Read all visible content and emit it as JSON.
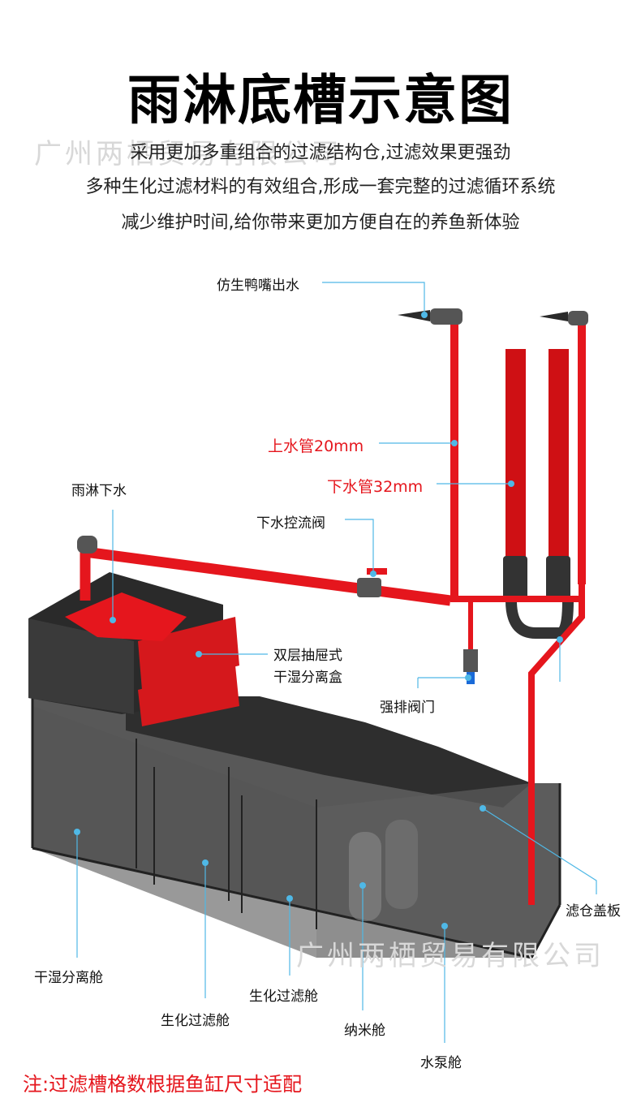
{
  "header": {
    "title": "雨淋底槽示意图",
    "subtitle_lines": [
      "采用更加多重组合的过滤结构仓,过滤效果更强劲",
      "多种生化过滤材料的有效组合,形成一套完整的过滤循环系统",
      "减少维护时间,给你带来更加方便自在的养鱼新体验"
    ]
  },
  "watermark": "广州两栖贸易有限公司",
  "labels": {
    "duckbill_outlet": "仿生鸭嘴出水",
    "inlet_pipe": "上水管20mm",
    "drain_pipe": "下水管32mm",
    "rain_drain": "雨淋下水",
    "drain_flow_valve": "下水控流阀",
    "drawer_box_line1": "双层抽屉式",
    "drawer_box_line2": "干湿分离盒",
    "force_drain_valve": "强排阀门",
    "filter_cover": "滤仓盖板",
    "dry_wet_chamber": "干湿分离舱",
    "bio_filter_chamber_1": "生化过滤舱",
    "bio_filter_chamber_2": "生化过滤舱",
    "nano_chamber": "纳米舱",
    "pump_chamber": "水泵舱"
  },
  "note": "注:过滤槽格数根据鱼缸尺寸适配",
  "colors": {
    "pipe_red": "#e5161d",
    "leader_line": "#4fb8e6",
    "tank_dark": "#3a3a3a"
  }
}
